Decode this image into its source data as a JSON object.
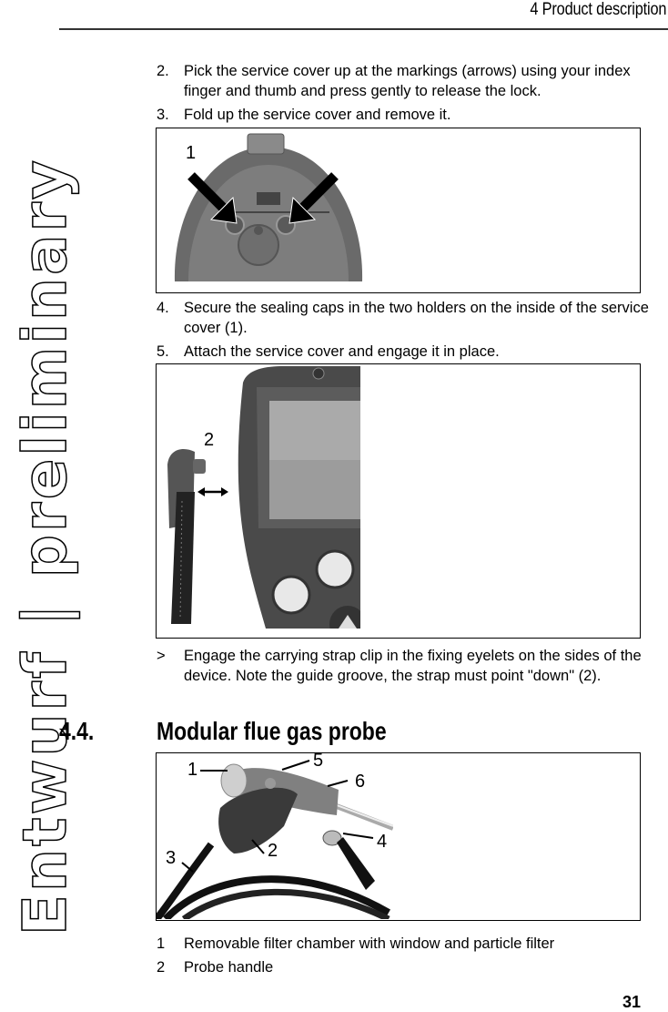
{
  "header": {
    "title": "4 Product description"
  },
  "watermark": {
    "text": "Entwurf | preliminary"
  },
  "steps_top": [
    {
      "num": "2.",
      "text": "Pick the service cover up at the markings (arrows) using your index finger and thumb and press gently to release the lock."
    },
    {
      "num": "3.",
      "text": "Fold up the service cover and remove it."
    }
  ],
  "figure1": {
    "callouts": [
      "1"
    ],
    "description": "Service cover inside view with two arrows pointing to holders"
  },
  "steps_mid": [
    {
      "num": "4.",
      "text": "Secure the sealing caps in the two holders on the inside of the service cover (1)."
    },
    {
      "num": "5.",
      "text": "Attach the service cover and engage it in place."
    }
  ],
  "figure2": {
    "callouts": [
      "2"
    ],
    "description": "Carrying strap clip next to instrument side eyelet"
  },
  "result_step": {
    "marker": ">",
    "text": "Engage the carrying strap clip in the fixing eyelets on the sides of the device. Note the guide groove, the strap must point \"down\" (2)."
  },
  "section": {
    "number": "4.4.",
    "title": "Modular flue gas probe"
  },
  "figure3": {
    "callouts": [
      "1",
      "2",
      "3",
      "4",
      "5",
      "6"
    ],
    "description": "Modular flue gas probe with handle, cable and connector"
  },
  "legend": [
    {
      "num": "1",
      "text": "Removable filter chamber with window and particle filter"
    },
    {
      "num": "2",
      "text": "Probe handle"
    }
  ],
  "footer": {
    "page_number": "31"
  }
}
